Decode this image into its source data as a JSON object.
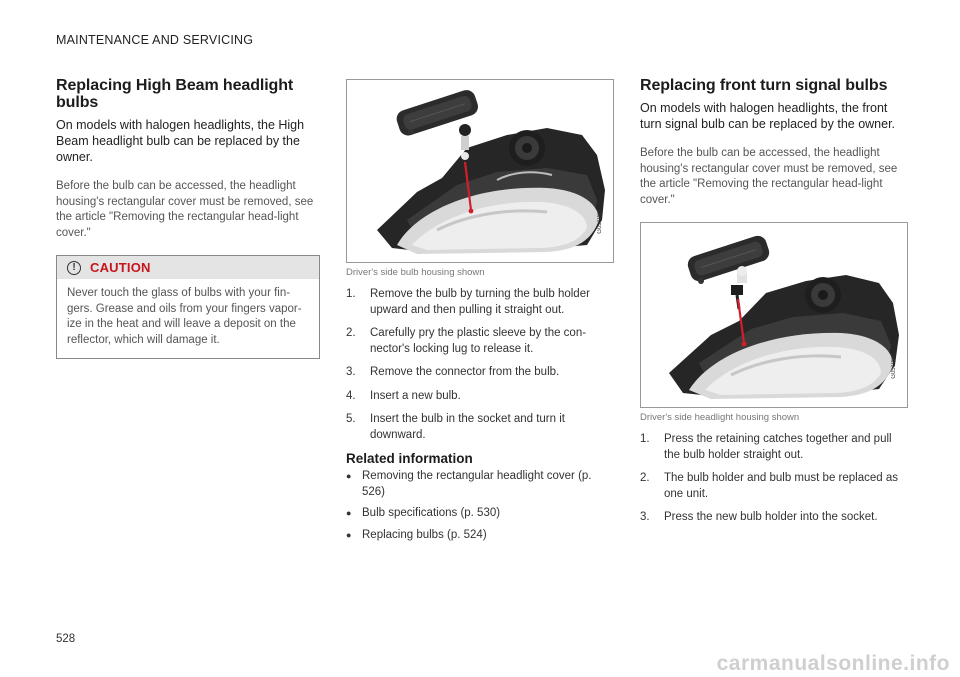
{
  "header": {
    "section": "MAINTENANCE AND SERVICING"
  },
  "page_number": "528",
  "watermark": "carmanualsonline.info",
  "left": {
    "title": "Replacing High Beam headlight bulbs",
    "lead": "On models with halogen headlights, the High Beam headlight bulb can be replaced by the owner.",
    "body": "Before the bulb can be accessed, the headlight housing's rectangular cover must be removed, see the article \"Removing the rectangular head-light cover.\"",
    "caution": {
      "icon": "!",
      "title": "CAUTION",
      "text": "Never touch the glass of bulbs with your fin-gers. Grease and oils from your fingers vapor-ize in the heat and will leave a deposit on the reflector, which will damage it."
    }
  },
  "middle": {
    "figure_code": "G051997",
    "caption": "Driver's side bulb housing shown",
    "steps": [
      {
        "n": "1.",
        "text": "Remove the bulb by turning the bulb holder upward and then pulling it straight out."
      },
      {
        "n": "2.",
        "text": "Carefully pry the plastic sleeve by the con-nector's locking lug to release it."
      },
      {
        "n": "3.",
        "text": "Remove the connector from the bulb."
      },
      {
        "n": "4.",
        "text": "Insert a new bulb."
      },
      {
        "n": "5.",
        "text": "Insert the bulb in the socket and turn it downward."
      }
    ],
    "related_title": "Related information",
    "related": [
      "Removing the rectangular headlight cover (p. 526)",
      "Bulb specifications (p. 530)",
      "Replacing bulbs (p. 524)"
    ]
  },
  "right": {
    "title": "Replacing front turn signal bulbs",
    "lead": "On models with halogen headlights, the front turn signal bulb can be replaced by the owner.",
    "body": "Before the bulb can be accessed, the headlight housing's rectangular cover must be removed, see the article \"Removing the rectangular head-light cover.\"",
    "figure_code": "G051998",
    "caption": "Driver's side headlight housing shown",
    "steps": [
      {
        "n": "1.",
        "text": "Press the retaining catches together and pull the bulb holder straight out."
      },
      {
        "n": "2.",
        "text": "The bulb holder and bulb must be replaced as one unit."
      },
      {
        "n": "3.",
        "text": "Press the new bulb holder into the socket."
      }
    ]
  },
  "colors": {
    "caution_red": "#c4161c",
    "caution_band": "#e4e4e4",
    "pointer_red": "#d21f2b"
  }
}
